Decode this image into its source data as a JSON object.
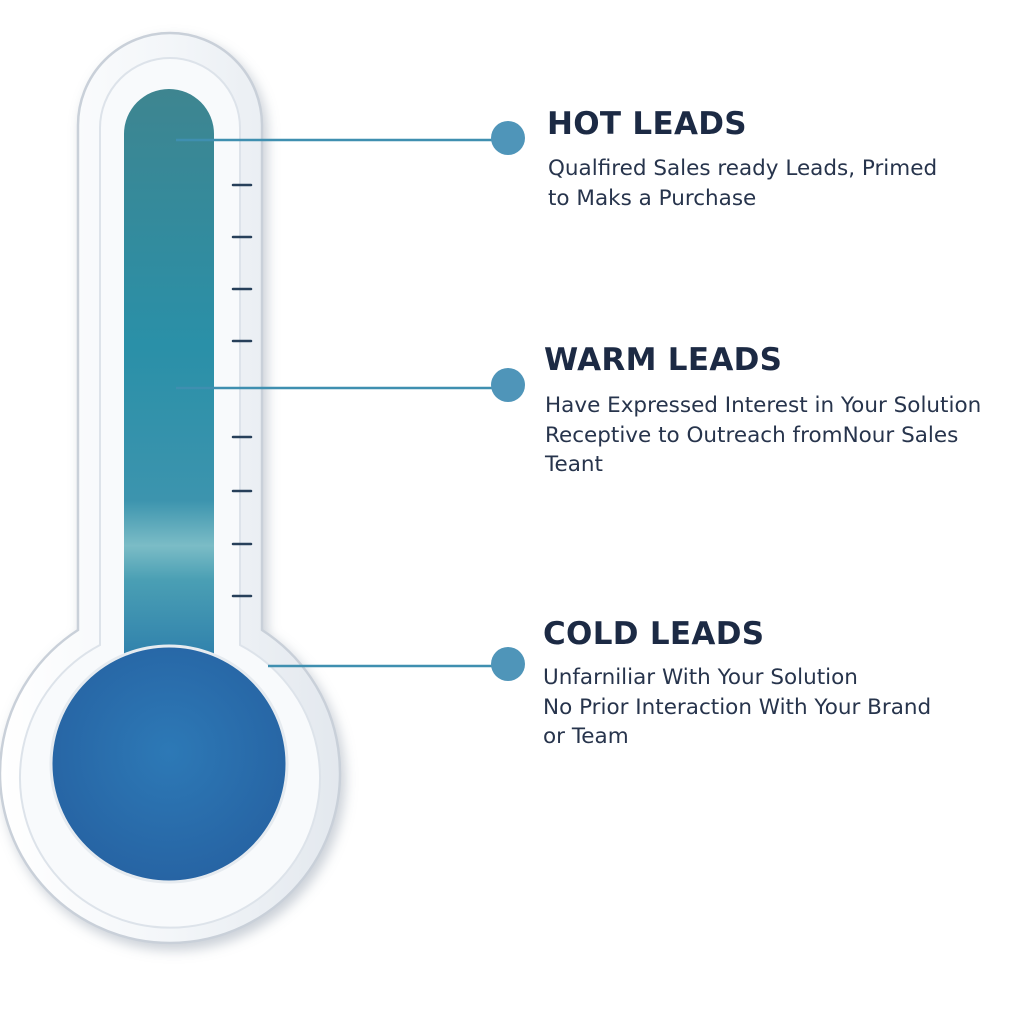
{
  "colors": {
    "text_dark": "#1c2a44",
    "text_body": "#27344c",
    "connector": "#3f8fb0",
    "dot": "#4f95b9",
    "fluid_top": "#3d8797",
    "fluid_mid": "#2a8fa8",
    "fluid_bulb": "#2a6aa8",
    "glass": "#f4f7fa",
    "glass_edge": "#c4ccd6"
  },
  "levels": [
    {
      "title": "HOT LEADS",
      "lines": [
        "Qualfired Sales ready Leads, Primed",
        "to Maks a Purchase"
      ]
    },
    {
      "title": "WARM LEADS",
      "lines": [
        "Have Expressed Interest in Your Solution",
        "Receptive to Outreach fromNour Sales",
        "Teant"
      ]
    },
    {
      "title": "COLD LEADS",
      "lines": [
        "Unfarniliar With Your Solution",
        "No Prior Interaction With Your Brand",
        "or Team"
      ]
    }
  ]
}
